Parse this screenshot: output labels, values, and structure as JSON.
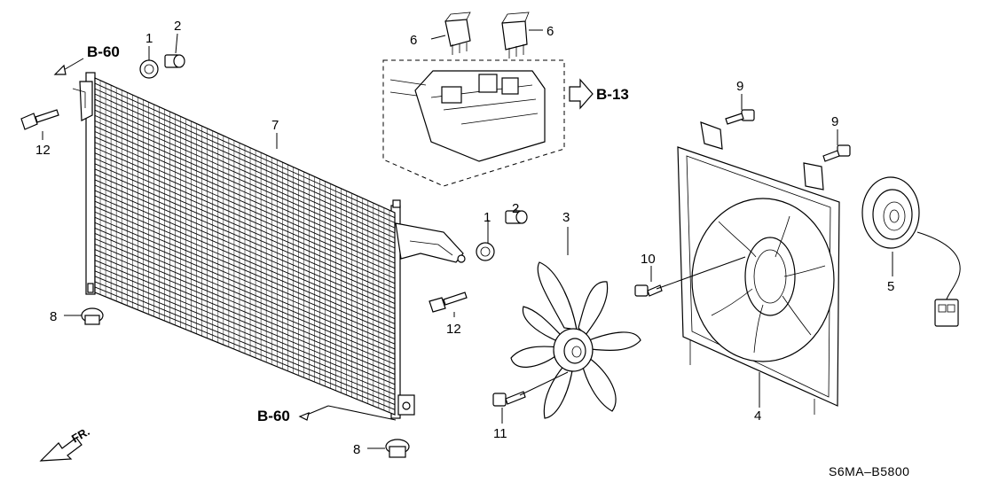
{
  "diagram_code": "S6MA–B5800",
  "callouts": {
    "c1_top": "1",
    "c2_top": "2",
    "c6_left": "6",
    "c6_right": "6",
    "c7": "7",
    "c12_left": "12",
    "c9_top": "9",
    "c9_right": "9",
    "c1_mid": "1",
    "c2_mid": "2",
    "c3": "3",
    "c10": "10",
    "c5": "5",
    "c8_left": "8",
    "c12_mid": "12",
    "c4": "4",
    "c11": "11",
    "c8_bottom": "8"
  },
  "references": {
    "b60_top": "B-60",
    "b13": "B-13",
    "b60_bottom": "B-60"
  },
  "front_label": "FR."
}
